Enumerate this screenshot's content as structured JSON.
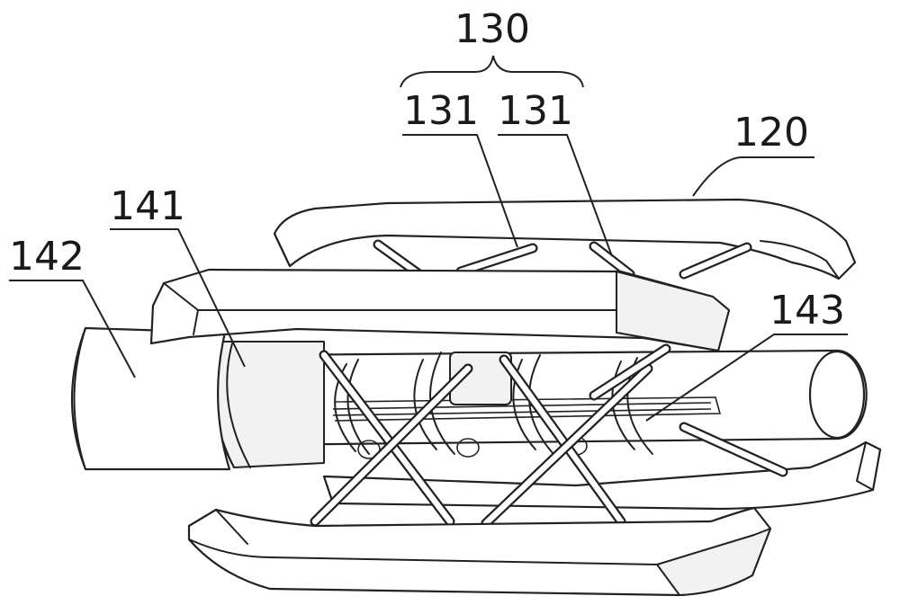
{
  "labels": {
    "l130": "130",
    "l131a": "131",
    "l131b": "131",
    "l120": "120",
    "l141": "141",
    "l142": "142",
    "l143": "143"
  }
}
